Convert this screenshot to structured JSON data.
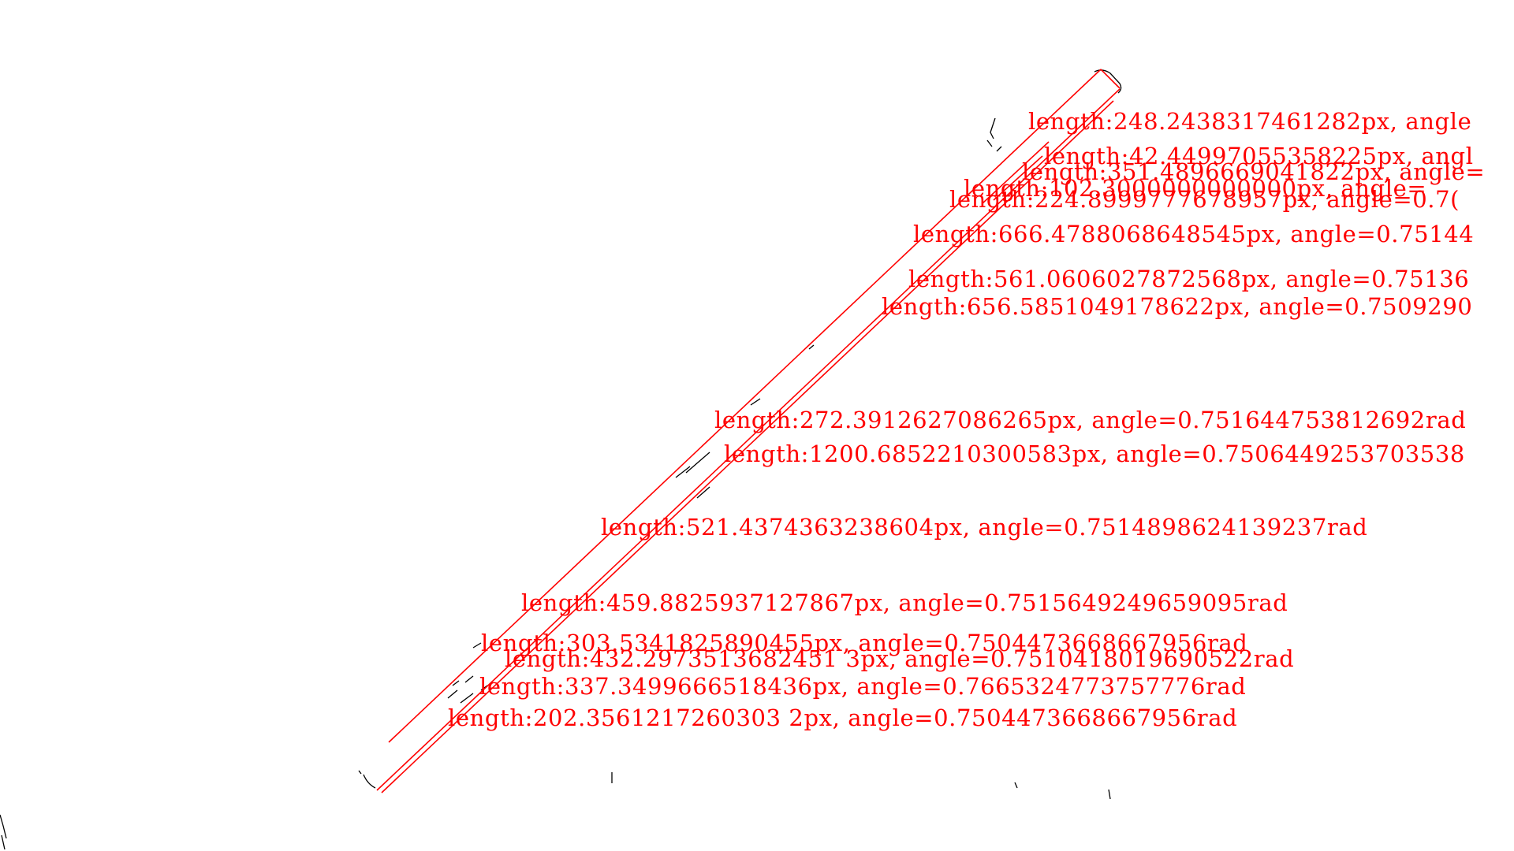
{
  "colors": {
    "annotation": "#ff0000",
    "edge": "#000000",
    "background": "#ffffff"
  },
  "labels": [
    {
      "text": "length:248.2438317461282px, angle"
    },
    {
      "text": "length:42.44997055358225px, angl"
    },
    {
      "text": "length:351.4896669041822px, angle="
    },
    {
      "text": "length:102.3000000000000px, angle="
    },
    {
      "text": "length:224.8999777678957px, angle=0.7("
    },
    {
      "text": "length:666.4788068648545px, angle=0.75144"
    },
    {
      "text": "length:561.0606027872568px, angle=0.75136"
    },
    {
      "text": "length:656.5851049178622px, angle=0.7509290"
    },
    {
      "text": "length:272.3912627086265px, angle=0.751644753812692rad"
    },
    {
      "text": "length:1200.6852210300583px, angle=0.7506449253703538"
    },
    {
      "text": "length:521.4374363238604px, angle=0.7514898624139237rad"
    },
    {
      "text": "length:459.8825937127867px, angle=0.7515649249659095rad"
    },
    {
      "text": "length:303.5341825890455px, angle=0.7504473668667956rad"
    },
    {
      "text": "length:432.2973513682451 3px, angle=0.7510418019690522rad"
    },
    {
      "text": "length:337.3499666518436px, angle=0.7665324773757776rad"
    },
    {
      "text": "length:202.3561217260303 2px, angle=0.7504473668667956rad"
    }
  ]
}
